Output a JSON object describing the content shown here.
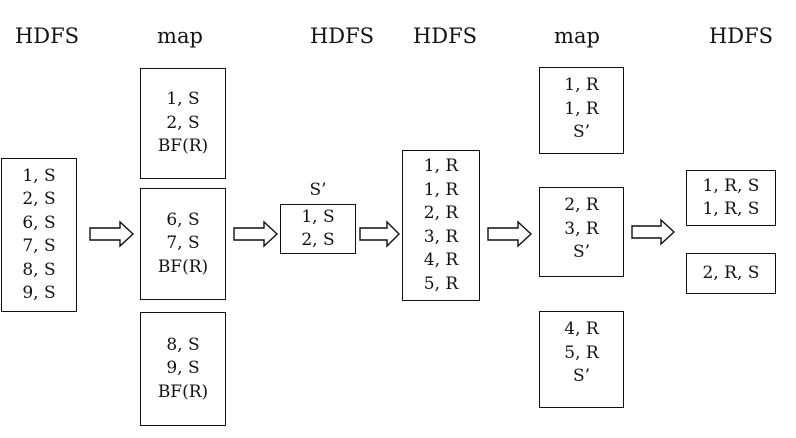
{
  "headers": [
    "HDFS",
    "map",
    "HDFS",
    "HDFS",
    "map",
    "HDFS"
  ],
  "input_block": [
    "1, S",
    "2, S",
    "6, S",
    "7, S",
    "8, S",
    "9, S"
  ],
  "map1_blocks": [
    [
      "1, S",
      "2, S",
      "BF(R)"
    ],
    [
      "6, S",
      "7, S",
      "BF(R)"
    ],
    [
      "8, S",
      "9, S",
      "BF(R)"
    ]
  ],
  "s_prime_label": "S’",
  "s_prime_block": [
    "1, S",
    "2, S"
  ],
  "r_block": [
    "1, R",
    "1, R",
    "2, R",
    "3, R",
    "4, R",
    "5, R"
  ],
  "map2_blocks": [
    [
      "1, R",
      "1, R",
      "S’"
    ],
    [
      "2, R",
      "3, R",
      "S’"
    ],
    [
      "4, R",
      "5, R",
      "S’"
    ]
  ],
  "output_blocks": [
    [
      "1, R, S",
      "1, R, S"
    ],
    [
      "2, R, S"
    ]
  ]
}
